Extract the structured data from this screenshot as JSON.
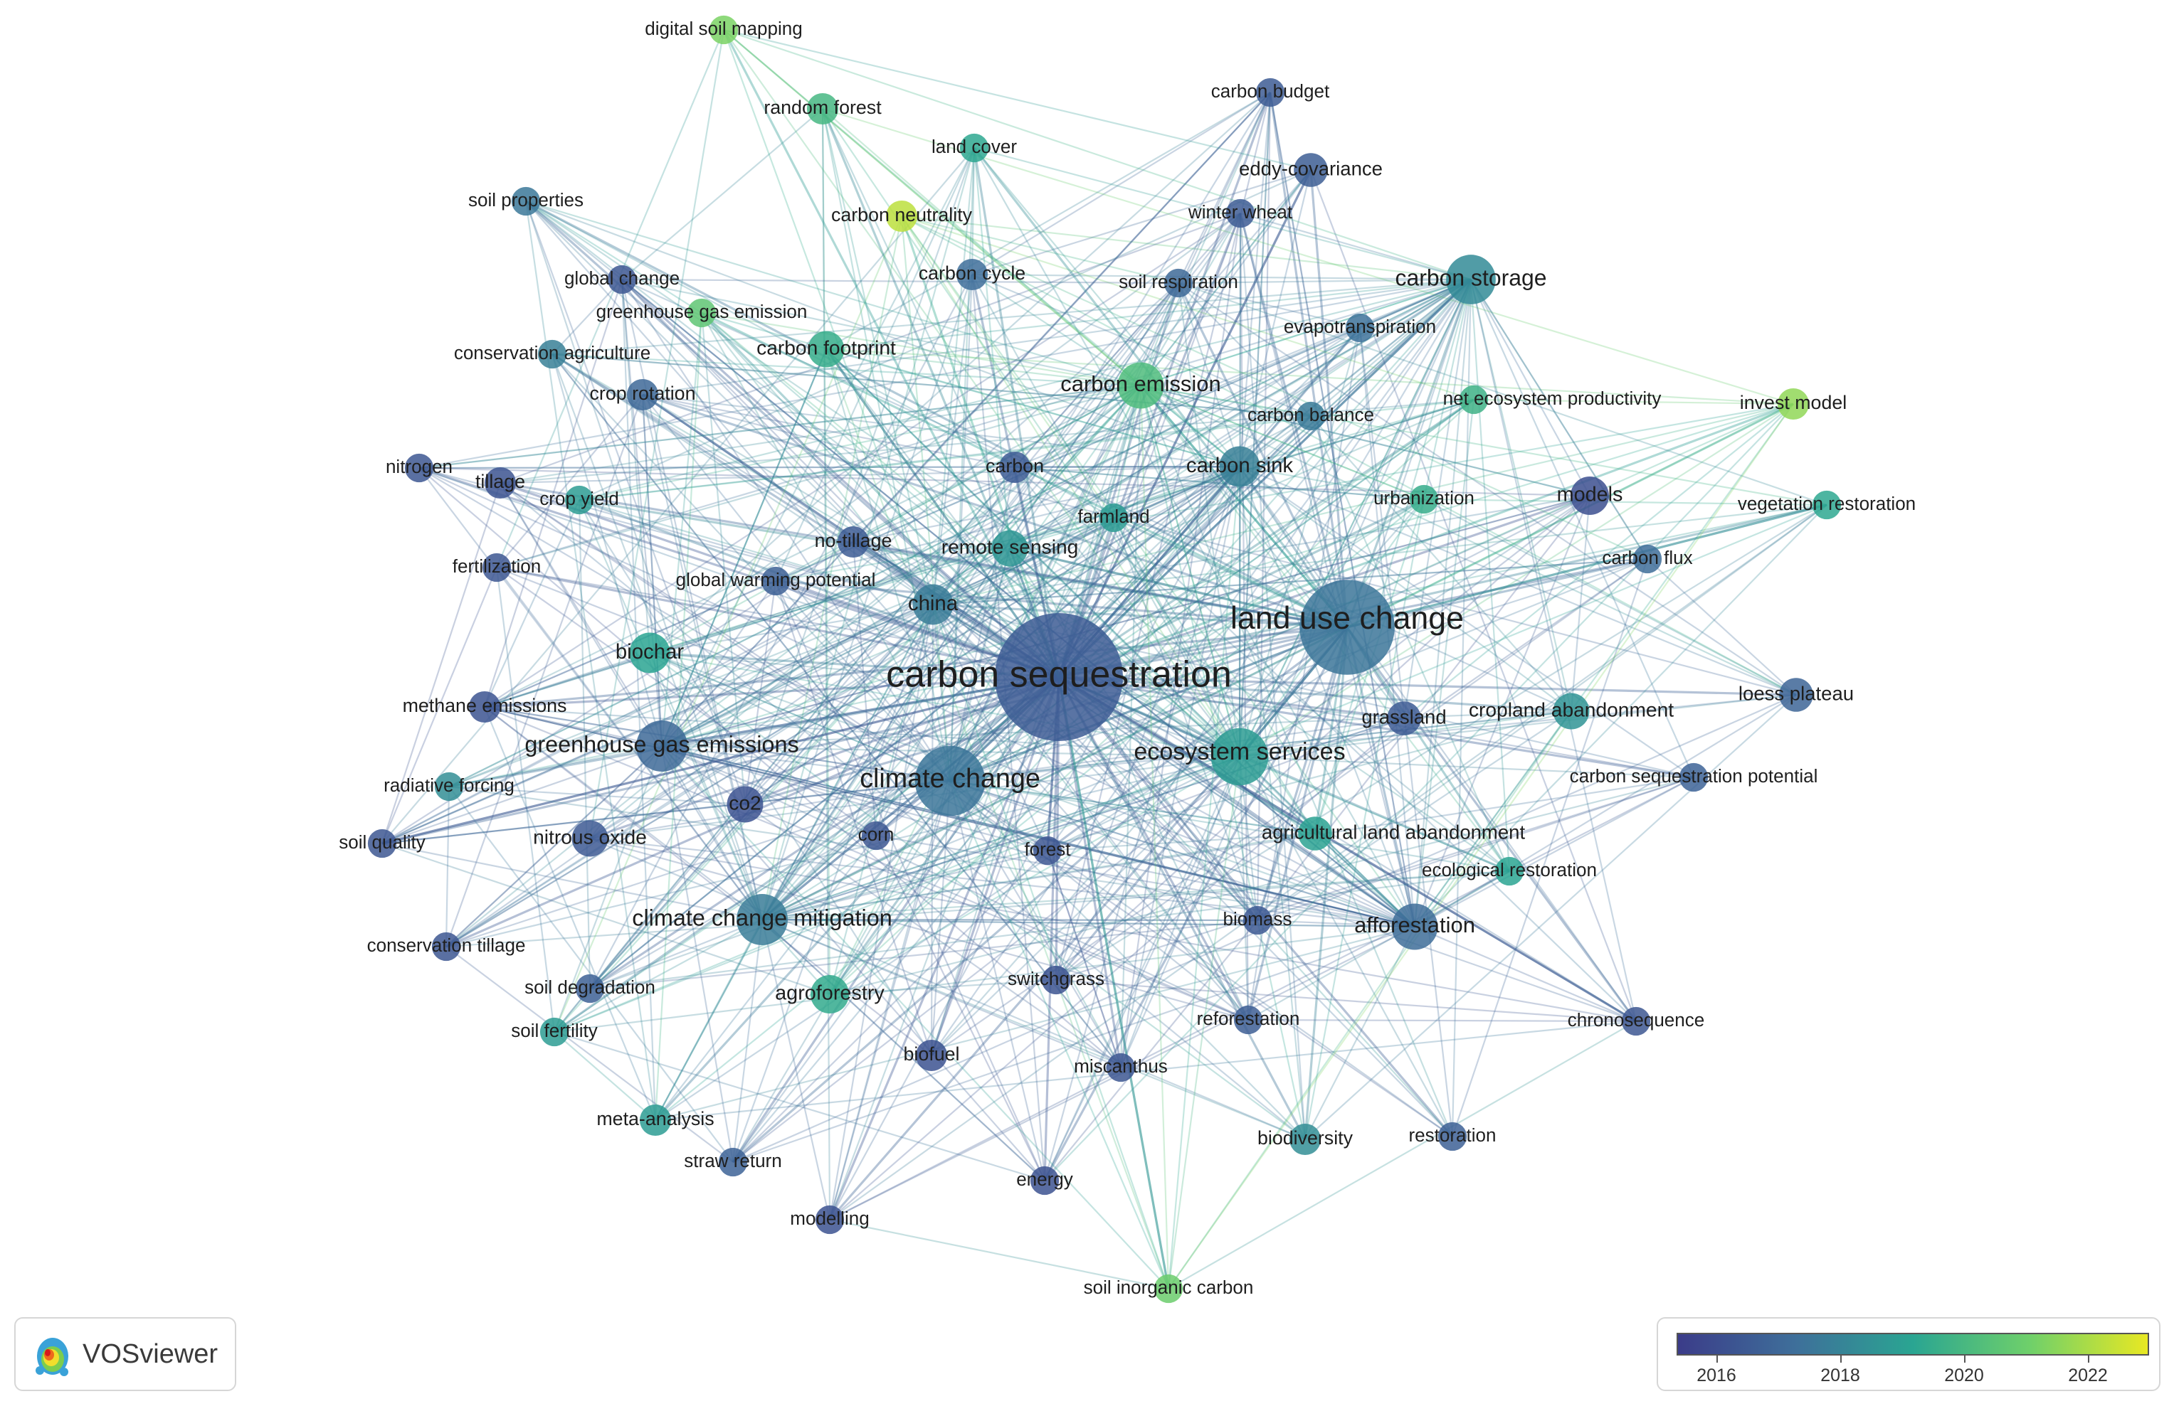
{
  "brand": {
    "name": "VOSviewer",
    "icon": "vosviewer-logo-icon"
  },
  "legend": {
    "ticks": [
      "2016",
      "2018",
      "2020",
      "2022"
    ],
    "colors": [
      "#3b3c89",
      "#3e6f9a",
      "#2aa592",
      "#6fd06a",
      "#e8e823"
    ]
  },
  "nodes": [
    {
      "id": "carbon-sequestration",
      "label": "carbon sequestration",
      "weight": 100,
      "year": 2016.6
    },
    {
      "id": "land-use-change",
      "label": "land use change",
      "weight": 55,
      "year": 2017.6
    },
    {
      "id": "climate-change",
      "label": "climate change",
      "weight": 30,
      "year": 2017.6
    },
    {
      "id": "ecosystem-services",
      "label": "ecosystem services",
      "weight": 20,
      "year": 2019.0
    },
    {
      "id": "greenhouse-gas-emissions",
      "label": "greenhouse gas emissions",
      "weight": 16,
      "year": 2017.2
    },
    {
      "id": "climate-change-mitigation",
      "label": "climate change mitigation",
      "weight": 16,
      "year": 2017.9
    },
    {
      "id": "carbon-storage",
      "label": "carbon storage",
      "weight": 15,
      "year": 2018.4
    },
    {
      "id": "carbon-emission",
      "label": "carbon emission",
      "weight": 13,
      "year": 2020.2
    },
    {
      "id": "afforestation",
      "label": "afforestation",
      "weight": 13,
      "year": 2017.3
    },
    {
      "id": "carbon-sink",
      "label": "carbon sink",
      "weight": 10,
      "year": 2018.0
    },
    {
      "id": "china",
      "label": "china",
      "weight": 10,
      "year": 2017.9
    },
    {
      "id": "biochar",
      "label": "biochar",
      "weight": 10,
      "year": 2019.3
    },
    {
      "id": "models",
      "label": "models",
      "weight": 9,
      "year": 2016.1
    },
    {
      "id": "agroforestry",
      "label": "agroforestry",
      "weight": 9,
      "year": 2019.5
    },
    {
      "id": "carbon-footprint",
      "label": "carbon footprint",
      "weight": 8,
      "year": 2019.6
    },
    {
      "id": "remote-sensing",
      "label": "remote sensing",
      "weight": 8,
      "year": 2018.8
    },
    {
      "id": "cropland-abandonment",
      "label": "cropland abandonment",
      "weight": 8,
      "year": 2018.7
    },
    {
      "id": "co2",
      "label": "co2",
      "weight": 8,
      "year": 2016.2
    },
    {
      "id": "nitrous-oxide",
      "label": "nitrous oxide",
      "weight": 8,
      "year": 2016.5
    },
    {
      "id": "eddy-covariance",
      "label": "eddy-covariance",
      "weight": 7,
      "year": 2016.7
    },
    {
      "id": "grassland",
      "label": "grassland",
      "weight": 7,
      "year": 2016.6
    },
    {
      "id": "loess-plateau",
      "label": "loess plateau",
      "weight": 7,
      "year": 2017.0
    },
    {
      "id": "agricultural-land-abandonment",
      "label": "agricultural land abandonment",
      "weight": 7,
      "year": 2019.2
    },
    {
      "id": "random-forest",
      "label": "random forest",
      "weight": 6,
      "year": 2020.0
    },
    {
      "id": "meta-analysis",
      "label": "meta-analysis",
      "weight": 6,
      "year": 2019.0
    },
    {
      "id": "biodiversity",
      "label": "biodiversity",
      "weight": 6,
      "year": 2018.5
    },
    {
      "id": "no-tillage",
      "label": "no-tillage",
      "weight": 6,
      "year": 2016.6
    },
    {
      "id": "tillage",
      "label": "tillage",
      "weight": 6,
      "year": 2016.3
    },
    {
      "id": "methane-emissions",
      "label": "methane emissions",
      "weight": 6,
      "year": 2016.3
    },
    {
      "id": "carbon",
      "label": "carbon",
      "weight": 6,
      "year": 2016.6
    },
    {
      "id": "biofuel",
      "label": "biofuel",
      "weight": 6,
      "year": 2016.2
    },
    {
      "id": "carbon-cycle",
      "label": "carbon cycle",
      "weight": 6,
      "year": 2017.4
    },
    {
      "id": "crop-rotation",
      "label": "crop rotation",
      "weight": 6,
      "year": 2017.1
    },
    {
      "id": "carbon-neutrality",
      "label": "carbon neutrality",
      "weight": 6,
      "year": 2022.4
    },
    {
      "id": "invest-model",
      "label": "invest model",
      "weight": 6,
      "year": 2021.6
    },
    {
      "id": "miscanthus",
      "label": "miscanthus",
      "weight": 5,
      "year": 2016.4
    },
    {
      "id": "biomass",
      "label": "biomass",
      "weight": 5,
      "year": 2016.5
    },
    {
      "id": "global-change",
      "label": "global change",
      "weight": 5,
      "year": 2016.4
    },
    {
      "id": "chronosequence",
      "label": "chronosequence",
      "weight": 5,
      "year": 2016.4
    },
    {
      "id": "restoration",
      "label": "restoration",
      "weight": 5,
      "year": 2016.8
    },
    {
      "id": "reforestation",
      "label": "reforestation",
      "weight": 5,
      "year": 2016.7
    },
    {
      "id": "nitrogen",
      "label": "nitrogen",
      "weight": 5,
      "year": 2016.4
    },
    {
      "id": "ecological-restoration",
      "label": "ecological restoration",
      "weight": 5,
      "year": 2019.3
    },
    {
      "id": "carbon-budget",
      "label": "carbon budget",
      "weight": 5,
      "year": 2016.6
    },
    {
      "id": "winter-wheat",
      "label": "winter wheat",
      "weight": 5,
      "year": 2016.6
    },
    {
      "id": "soil-respiration",
      "label": "soil respiration",
      "weight": 5,
      "year": 2017.2
    },
    {
      "id": "evapotranspiration",
      "label": "evapotranspiration",
      "weight": 5,
      "year": 2017.5
    },
    {
      "id": "carbon-balance",
      "label": "carbon balance",
      "weight": 5,
      "year": 2017.8
    },
    {
      "id": "net-ecosystem-productivity",
      "label": "net ecosystem productivity",
      "weight": 5,
      "year": 2019.8
    },
    {
      "id": "urbanization",
      "label": "urbanization",
      "weight": 5,
      "year": 2019.6
    },
    {
      "id": "farmland",
      "label": "farmland",
      "weight": 5,
      "year": 2019.0
    },
    {
      "id": "carbon-flux",
      "label": "carbon flux",
      "weight": 5,
      "year": 2017.3
    },
    {
      "id": "vegetation-restoration",
      "label": "vegetation restoration",
      "weight": 5,
      "year": 2019.4
    },
    {
      "id": "carbon-sequestration-potential",
      "label": "carbon sequestration potential",
      "weight": 5,
      "year": 2016.9
    },
    {
      "id": "forest",
      "label": "forest",
      "weight": 5,
      "year": 2016.4
    },
    {
      "id": "corn",
      "label": "corn",
      "weight": 5,
      "year": 2016.4
    },
    {
      "id": "switchgrass",
      "label": "switchgrass",
      "weight": 5,
      "year": 2016.3
    },
    {
      "id": "energy",
      "label": "energy",
      "weight": 5,
      "year": 2016.2
    },
    {
      "id": "modelling",
      "label": "modelling",
      "weight": 5,
      "year": 2016.2
    },
    {
      "id": "straw-return",
      "label": "straw return",
      "weight": 5,
      "year": 2016.9
    },
    {
      "id": "soil-degradation",
      "label": "soil degradation",
      "weight": 5,
      "year": 2016.8
    },
    {
      "id": "soil-fertility",
      "label": "soil fertility",
      "weight": 5,
      "year": 2019.0
    },
    {
      "id": "conservation-tillage",
      "label": "conservation tillage",
      "weight": 5,
      "year": 2016.4
    },
    {
      "id": "soil-quality",
      "label": "soil quality",
      "weight": 5,
      "year": 2016.4
    },
    {
      "id": "radiative-forcing",
      "label": "radiative forcing",
      "weight": 5,
      "year": 2018.5
    },
    {
      "id": "fertilization",
      "label": "fertilization",
      "weight": 5,
      "year": 2016.4
    },
    {
      "id": "crop-yield",
      "label": "crop yield",
      "weight": 5,
      "year": 2019.0
    },
    {
      "id": "global-warming-potential",
      "label": "global warming potential",
      "weight": 5,
      "year": 2016.8
    },
    {
      "id": "conservation-agriculture",
      "label": "conservation agriculture",
      "weight": 5,
      "year": 2018.0
    },
    {
      "id": "greenhouse-gas-emission",
      "label": "greenhouse gas emission",
      "weight": 5,
      "year": 2020.6
    },
    {
      "id": "soil-properties",
      "label": "soil properties",
      "weight": 5,
      "year": 2017.7
    },
    {
      "id": "digital-soil-mapping",
      "label": "digital soil mapping",
      "weight": 5,
      "year": 2021.2
    },
    {
      "id": "land-cover",
      "label": "land cover",
      "weight": 5,
      "year": 2019.4
    },
    {
      "id": "soil-inorganic-carbon",
      "label": "soil inorganic carbon",
      "weight": 5,
      "year": 2020.9
    }
  ]
}
